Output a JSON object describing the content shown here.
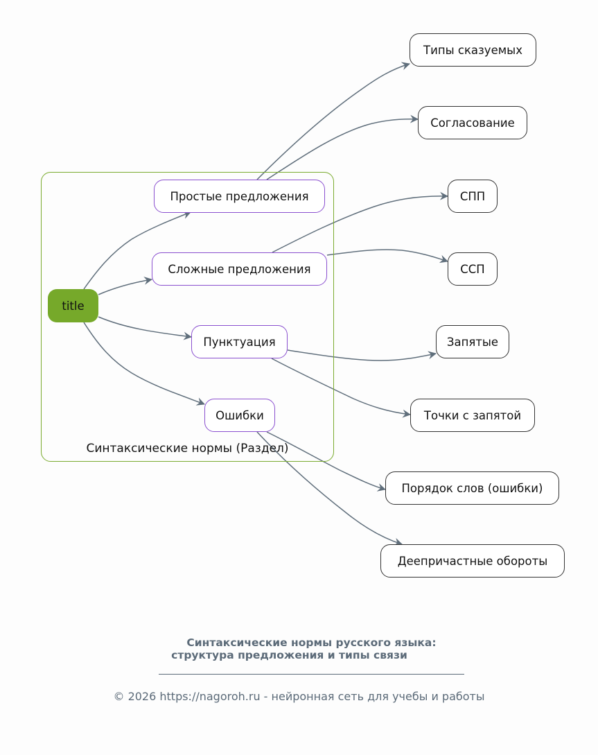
{
  "colors": {
    "background": "#fdfdfd",
    "root_fill": "#76a92a",
    "cluster_border": "#7aab2e",
    "mid_border": "#8a4fcf",
    "leaf_border": "#333333",
    "edge": "#5f6e7b",
    "footer_text": "#5b6a78"
  },
  "cluster": {
    "label": "Синтаксические нормы (Раздел)"
  },
  "nodes": {
    "root": {
      "label": "title"
    },
    "simple": {
      "label": "Простые предложения"
    },
    "complex": {
      "label": "Сложные предложения"
    },
    "punct": {
      "label": "Пунктуация"
    },
    "errors": {
      "label": "Ошибки"
    },
    "predicates": {
      "label": "Типы сказуемых"
    },
    "agreement": {
      "label": "Согласование"
    },
    "spp": {
      "label": "СПП"
    },
    "ssp": {
      "label": "ССП"
    },
    "commas": {
      "label": "Запятые"
    },
    "semicolons": {
      "label": "Точки с запятой"
    },
    "word_order": {
      "label": "Порядок слов (ошибки)"
    },
    "participles": {
      "label": "Деепричастные обороты"
    }
  },
  "edges": [
    {
      "from": "root",
      "to": "simple"
    },
    {
      "from": "root",
      "to": "complex"
    },
    {
      "from": "root",
      "to": "punct"
    },
    {
      "from": "root",
      "to": "errors"
    },
    {
      "from": "simple",
      "to": "predicates"
    },
    {
      "from": "simple",
      "to": "agreement"
    },
    {
      "from": "complex",
      "to": "spp"
    },
    {
      "from": "complex",
      "to": "ssp"
    },
    {
      "from": "punct",
      "to": "commas"
    },
    {
      "from": "punct",
      "to": "semicolons"
    },
    {
      "from": "errors",
      "to": "word_order"
    },
    {
      "from": "errors",
      "to": "participles"
    }
  ],
  "footer": {
    "title_line1": "Синтаксические нормы русского языка:",
    "title_line2": "структура предложения и типы связи",
    "copyright": "© 2026 https://nagoroh.ru - нейронная сеть для учебы и работы"
  }
}
